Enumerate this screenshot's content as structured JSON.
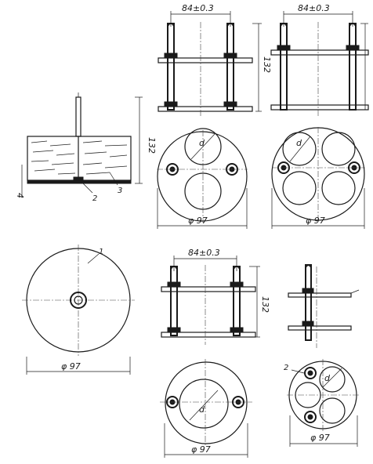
{
  "dimensions": {
    "bolt_spacing": "84±0.3",
    "height": "132",
    "diameter": "φ 97",
    "base_thickness": "4",
    "inner_diameter_symbol": "d"
  },
  "part_labels": {
    "disc": "1",
    "nut": "2",
    "sample": "3"
  }
}
